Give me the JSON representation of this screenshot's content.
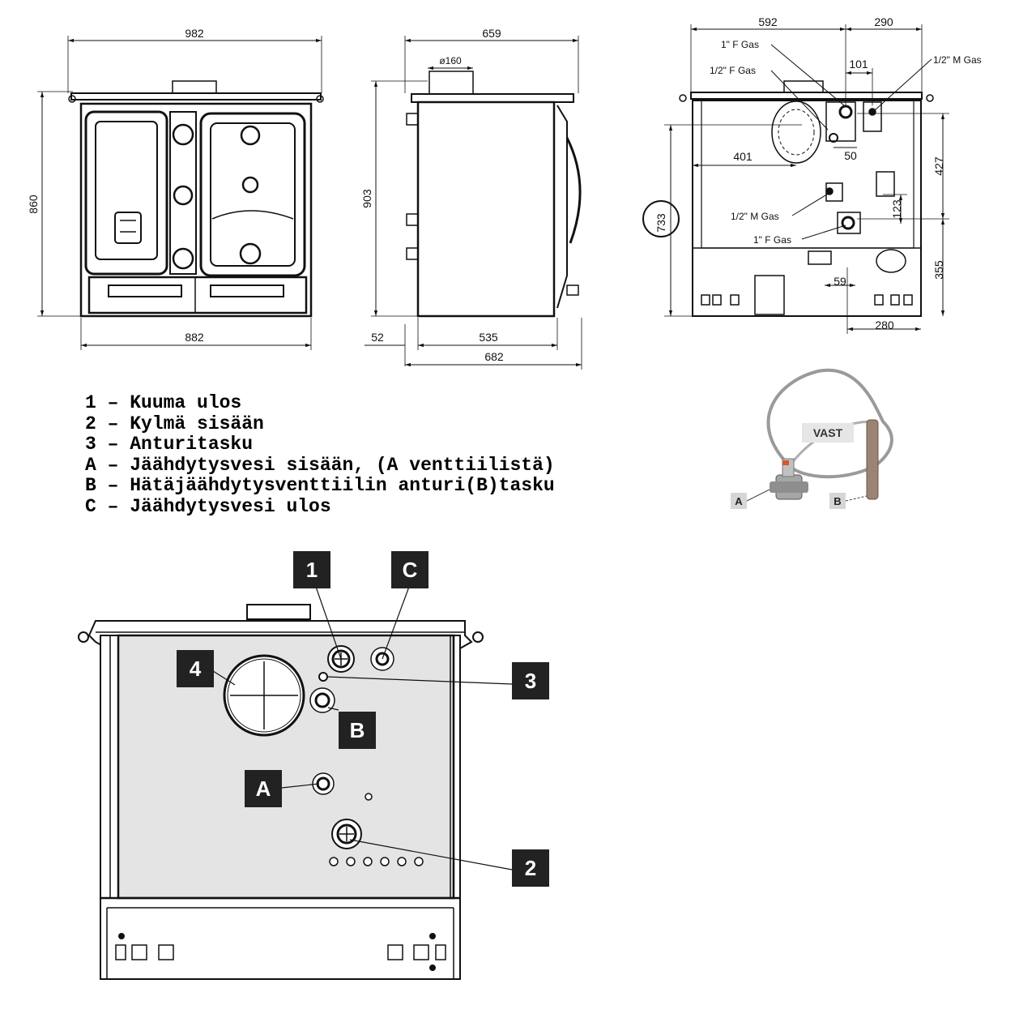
{
  "front_view": {
    "width_top": "982",
    "height": "860",
    "width_bottom": "882"
  },
  "side_view": {
    "depth_top": "659",
    "flue_diameter": "ø160",
    "height": "903",
    "offset": "52",
    "body_depth": "535",
    "total_depth": "682"
  },
  "rear_view": {
    "dim_592": "592",
    "dim_290": "290",
    "dim_101": "101",
    "dim_401": "401",
    "dim_50": "50",
    "dim_427": "427",
    "dim_733": "733",
    "dim_123": "123",
    "dim_355": "355",
    "dim_59": "59",
    "dim_280": "280",
    "conn_1f_top": "1\" F Gas",
    "conn_half_f": "1/2\" F Gas",
    "conn_half_m_top": "1/2\" M Gas",
    "conn_half_m_mid": "1/2\" M Gas",
    "conn_1f_bottom": "1\" F Gas"
  },
  "legend": {
    "line1": "1 – Kuuma ulos",
    "line2": "2 – Kylmä sisään",
    "line3": "3 – Anturitasku",
    "line4": "A – Jäähdytysvesi sisään, (A venttiilistä)",
    "line5": "B – Hätäjäähdytysventtiilin anturi(B)tasku",
    "line6": "C – Jäähdytysvesi ulos"
  },
  "valve_photo": {
    "brand": "VAST",
    "label_a": "A",
    "label_b": "B"
  },
  "callouts": {
    "c1": "1",
    "cC": "C",
    "c4": "4",
    "c3": "3",
    "cB": "B",
    "cA": "A",
    "c2": "2"
  }
}
